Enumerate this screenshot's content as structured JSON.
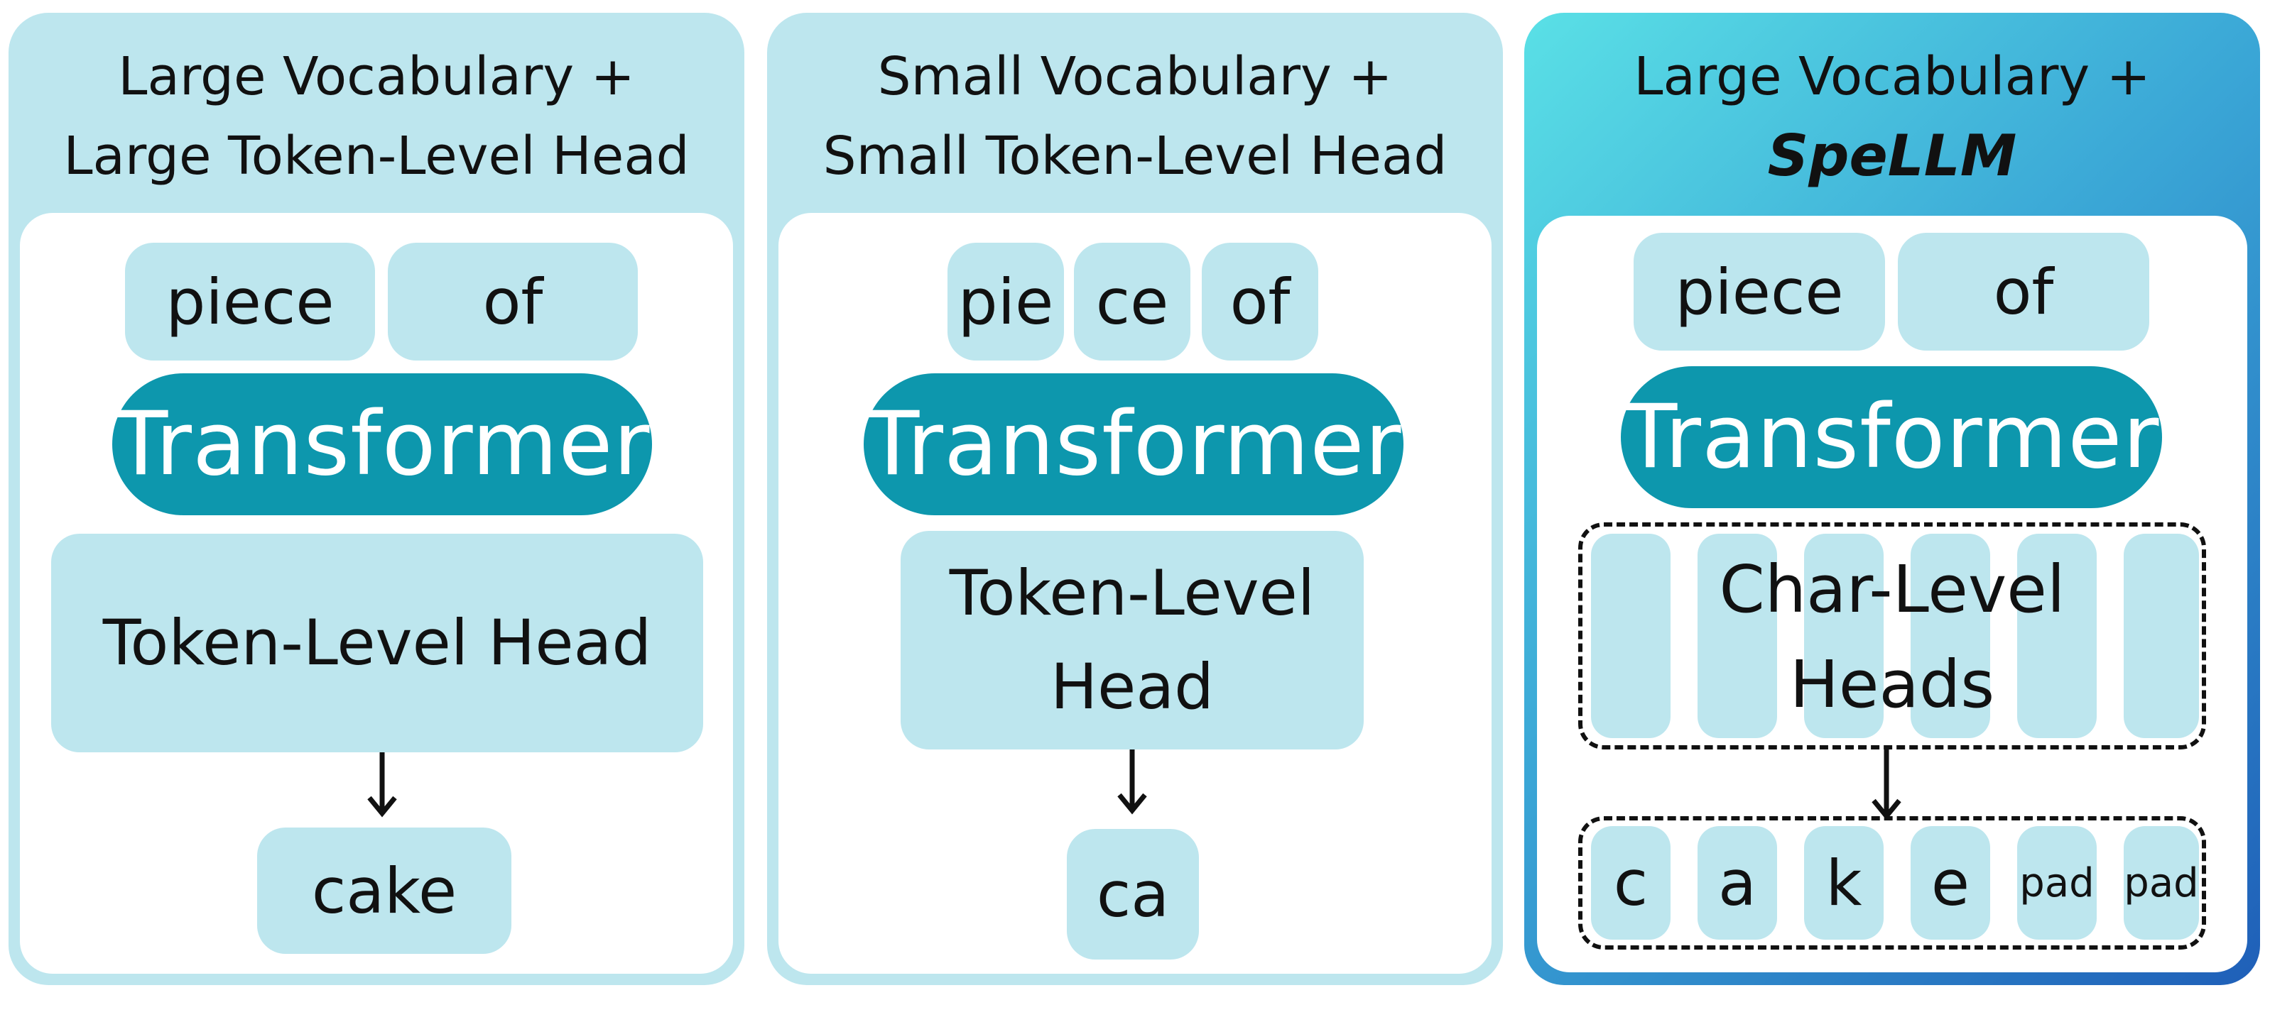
{
  "panels": [
    {
      "title_line1": "Large Vocabulary +",
      "title_line2": "Large Token-Level Head",
      "inputs": [
        "piece",
        "of"
      ],
      "transformer": "Transformer",
      "head": "Token-Level Head",
      "output": "cake"
    },
    {
      "title_line1": "Small Vocabulary +",
      "title_line2": "Small Token-Level Head",
      "inputs": [
        "pie",
        "ce",
        "of"
      ],
      "transformer": "Transformer",
      "head_line1": "Token-Level",
      "head_line2": "Head",
      "output": "ca"
    },
    {
      "title_line1": "Large Vocabulary +",
      "title_line2": "SpeLLM",
      "inputs": [
        "piece",
        "of"
      ],
      "transformer": "Transformer",
      "head_line1": "Char-Level",
      "head_line2": "Heads",
      "outputs": [
        "c",
        "a",
        "k",
        "e",
        "pad",
        "pad"
      ]
    }
  ],
  "colors": {
    "box_fill": "#bde6ee",
    "transformer_fill": "#0d97ad",
    "panel3_gradient": [
      "#5ae0e6",
      "#1f5fb8"
    ]
  }
}
